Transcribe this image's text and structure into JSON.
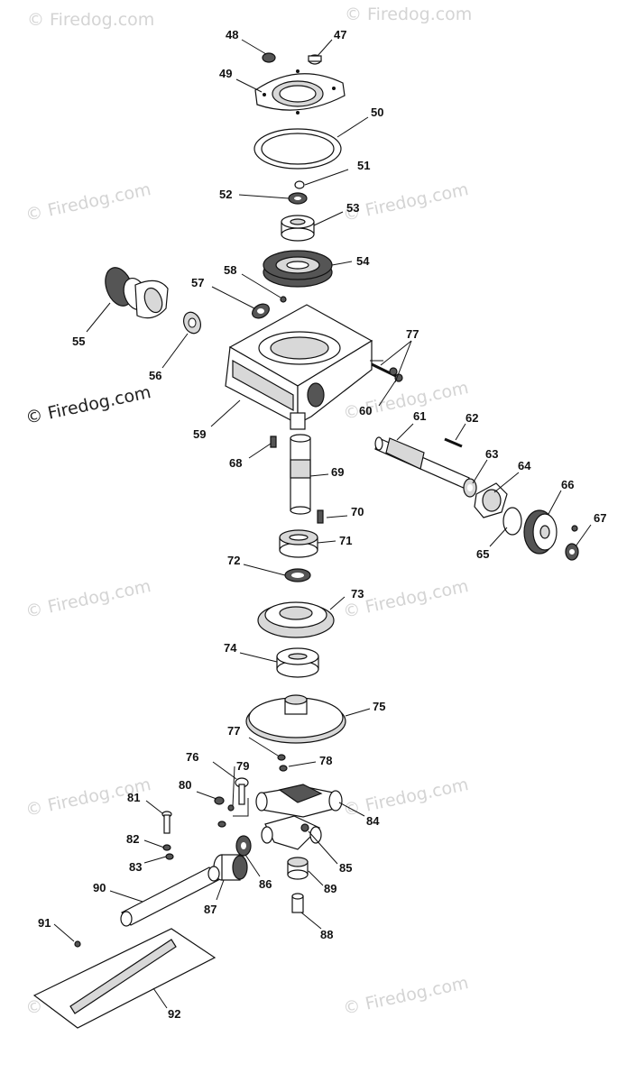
{
  "watermark": {
    "text": "© Firedog.com",
    "repeat_text": "© Firedog.com"
  },
  "callouts": {
    "c47": "47",
    "c48": "48",
    "c49": "49",
    "c50": "50",
    "c51": "51",
    "c52": "52",
    "c53": "53",
    "c54": "54",
    "c55": "55",
    "c56": "56",
    "c57": "57",
    "c58": "58",
    "c59": "59",
    "c60": "60",
    "c61": "61",
    "c62": "62",
    "c63": "63",
    "c64": "64",
    "c65": "65",
    "c66": "66",
    "c67": "67",
    "c68": "68",
    "c69": "69",
    "c70": "70",
    "c71": "71",
    "c72": "72",
    "c73": "73",
    "c74": "74",
    "c75": "75",
    "c76": "76",
    "c77a": "77",
    "c77b": "77",
    "c78": "78",
    "c79": "79",
    "c80": "80",
    "c81": "81",
    "c82": "82",
    "c83": "83",
    "c84": "84",
    "c85": "85",
    "c86": "86",
    "c87": "87",
    "c88": "88",
    "c89": "89",
    "c90": "90",
    "c91": "91",
    "c92": "92"
  }
}
